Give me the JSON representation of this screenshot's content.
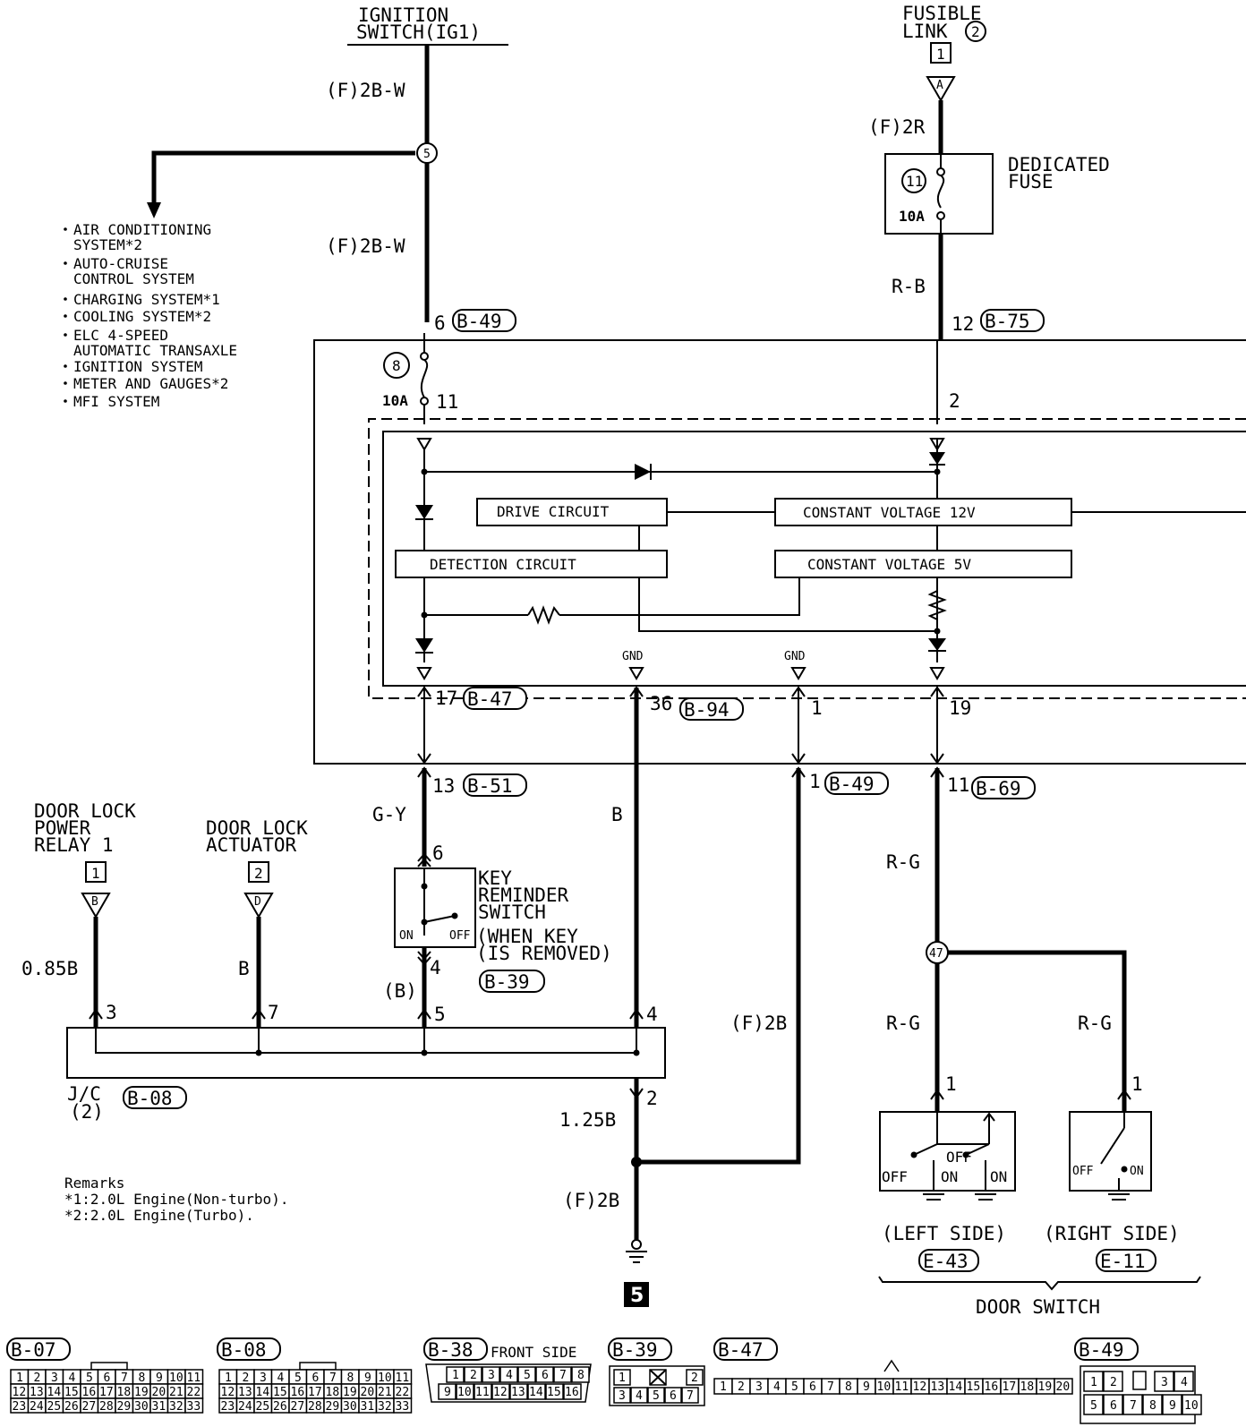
{
  "top": {
    "ignition": [
      "IGNITION",
      "SWITCH(IG1)"
    ],
    "fusible": [
      "FUSIBLE",
      "LINK",
      "2"
    ],
    "fusible_box": "1",
    "fusible_tri": "A"
  },
  "wires": {
    "ig_top": "(F)2B-W",
    "ig_mid": "(F)2B-W",
    "fuse_top": "(F)2R",
    "fuse_bot": "R-B",
    "gy": "G-Y",
    "b_center": "B",
    "b_lock": "B",
    "b_relay": "0.85B",
    "b_paren": "(B)",
    "f2b_mid": "(F)2B",
    "b125": "1.25B",
    "f2b_bot": "(F)2B",
    "rg_main": "R-G",
    "rg_left": "R-G",
    "rg_right": "R-G"
  },
  "splices": {
    "s5": "5",
    "s47": "47"
  },
  "systems": [
    [
      "AIR CONDITIONING",
      "SYSTEM*2"
    ],
    [
      "AUTO-CRUISE",
      "CONTROL SYSTEM"
    ],
    [
      "CHARGING SYSTEM*1"
    ],
    [
      "COOLING SYSTEM*2"
    ],
    [
      "ELC 4-SPEED",
      "AUTOMATIC TRANSAXLE"
    ],
    [
      "IGNITION SYSTEM"
    ],
    [
      "METER AND GAUGES*2"
    ],
    [
      "MFI SYSTEM"
    ]
  ],
  "fuses": {
    "dedicated": [
      "DEDICATED",
      "FUSE"
    ],
    "f11_num": "11",
    "f11_amp": "10A",
    "f8_num": "8",
    "f8_amp": "10A"
  },
  "pins": {
    "p6": "6",
    "p11": "11",
    "p12": "12",
    "p2": "2",
    "p17": "17",
    "p36": "36",
    "p1": "1",
    "p19": "19",
    "p13": "13",
    "p1b": "1",
    "p11b": "11",
    "sw6": "6",
    "sw4": "4",
    "jc3": "3",
    "jc7": "7",
    "jc5": "5",
    "jc4": "4",
    "jc2": "2",
    "ds1l": "1",
    "ds1r": "1"
  },
  "connectors": {
    "b49a": "B-49",
    "b75": "B-75",
    "b47": "B-47",
    "b94": "B-94",
    "b51": "B-51",
    "b49b": "B-49",
    "b69": "B-69",
    "b39": "B-39",
    "b08": "B-08",
    "e43": "E-43",
    "e11": "E-11"
  },
  "circuits": {
    "drive": "DRIVE CIRCUIT",
    "detection": "DETECTION CIRCUIT",
    "cv12": "CONSTANT VOLTAGE 12V",
    "cv5": "CONSTANT VOLTAGE 5V",
    "gnd1": "GND",
    "gnd2": "GND"
  },
  "components": {
    "relay": [
      "DOOR LOCK",
      "POWER",
      "RELAY 1"
    ],
    "relay_box": "1",
    "relay_tri": "B",
    "actuator": [
      "DOOR LOCK",
      "ACTUATOR"
    ],
    "actuator_box": "2",
    "actuator_tri": "D",
    "key_switch": [
      "KEY",
      "REMINDER",
      "SWITCH",
      "(WHEN KEY",
      "(IS REMOVED)"
    ],
    "ks_on": "ON",
    "ks_off": "OFF",
    "jc": [
      "J/C",
      "(2)"
    ],
    "door_switch": "DOOR SWITCH",
    "left_side": "(LEFT SIDE)",
    "right_side": "(RIGHT SIDE)",
    "sw_off": "OFF",
    "sw_on": "ON",
    "ground_num": "5"
  },
  "remarks": [
    "Remarks",
    "*1:2.0L Engine(Non-turbo).",
    "*2:2.0L Engine(Turbo)."
  ],
  "bottom_connectors": {
    "b07": "B-07",
    "b08": "B-08",
    "b38": "B-38",
    "b38_side": "FRONT SIDE",
    "b39": "B-39",
    "b47": "B-47",
    "b49": "B-49",
    "grid33_rows": [
      [
        "1",
        "2",
        "3",
        "4",
        "5",
        "6",
        "7",
        "8",
        "9",
        "10",
        "11"
      ],
      [
        "12",
        "13",
        "14",
        "15",
        "16",
        "17",
        "18",
        "19",
        "20",
        "21",
        "22"
      ],
      [
        "23",
        "24",
        "25",
        "26",
        "27",
        "28",
        "29",
        "30",
        "31",
        "32",
        "33"
      ]
    ],
    "b38_rows": [
      [
        "1",
        "2",
        "3",
        "4",
        "5",
        "6",
        "7",
        "8"
      ],
      [
        "9",
        "10",
        "11",
        "12",
        "13",
        "14",
        "15",
        "16"
      ]
    ],
    "b39_rows": [
      [
        "1",
        "2"
      ],
      [
        "3",
        "4",
        "5",
        "6",
        "7"
      ]
    ],
    "b47_row": [
      "1",
      "2",
      "3",
      "4",
      "5",
      "6",
      "7",
      "8",
      "9",
      "10",
      "11",
      "12",
      "13",
      "14",
      "15",
      "16",
      "17",
      "18",
      "19",
      "20"
    ],
    "b49_rows": [
      [
        "1",
        "2",
        "3",
        "4"
      ],
      [
        "5",
        "6",
        "7",
        "8",
        "9",
        "10"
      ]
    ]
  }
}
